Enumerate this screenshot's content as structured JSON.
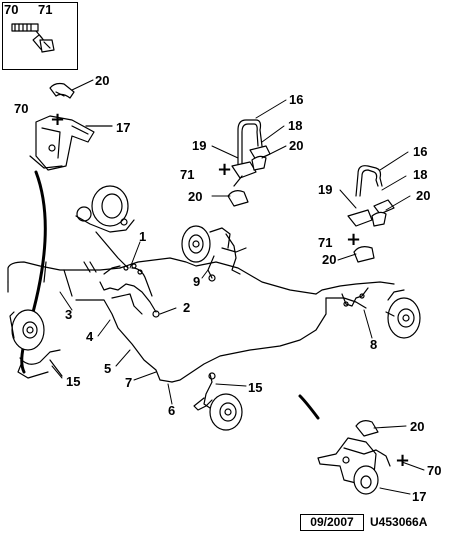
{
  "footer": {
    "date": "09/2007",
    "reference": "U453066A"
  },
  "callouts": {
    "c70_inset": "70",
    "c71_inset": "71",
    "c20_top": "20",
    "c70_top": "70",
    "c17_top": "17",
    "c16_a": "16",
    "c18_a": "18",
    "c19_a": "19",
    "c20_a": "20",
    "c71_a": "71",
    "c20_a2": "20",
    "c16_b": "16",
    "c18_b": "18",
    "c19_b": "19",
    "c20_b": "20",
    "c71_b": "71",
    "c20_b2": "20",
    "c1": "1",
    "c2": "2",
    "c3": "3",
    "c4": "4",
    "c5": "5",
    "c6": "6",
    "c7": "7",
    "c8": "8",
    "c9": "9",
    "c15_left": "15",
    "c15_mid": "15",
    "c20_bottom": "20",
    "c70_bottom": "70",
    "c17_bottom": "17"
  },
  "symbols": {
    "plus": "+"
  }
}
